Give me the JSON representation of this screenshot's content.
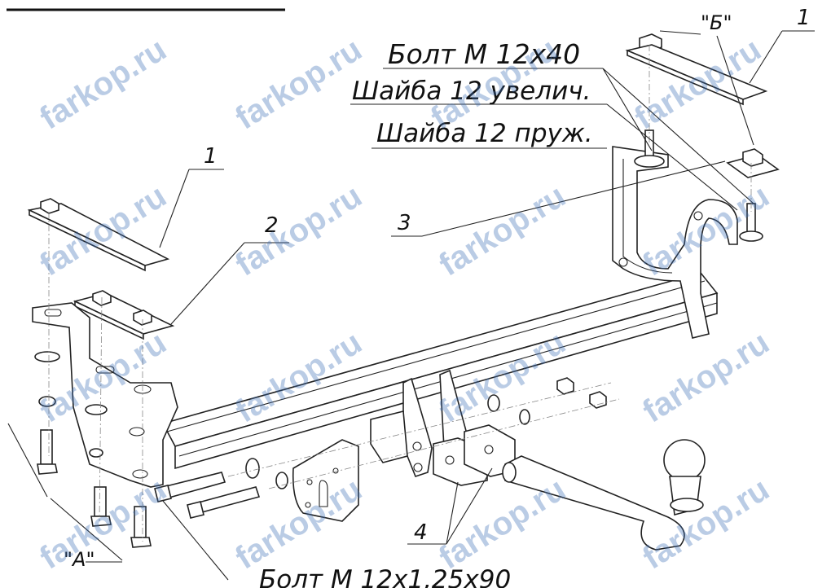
{
  "callouts": {
    "bolt_m12x40": "Болт М 12х40",
    "washer_12_large": "Шайба 12 увелич.",
    "washer_12_spring": "Шайба 12 пруж.",
    "bolt_bottom": "Болт М 12х1,25х90"
  },
  "refs": {
    "part_1_left": "1",
    "part_1_right": "1",
    "part_2": "2",
    "part_3": "3",
    "part_4": "4",
    "view_a": "\"А\"",
    "view_b": "\"Б\""
  },
  "watermark": "farkop.ru",
  "colors": {
    "line": "#222222",
    "watermark": "#3d6fb6"
  }
}
